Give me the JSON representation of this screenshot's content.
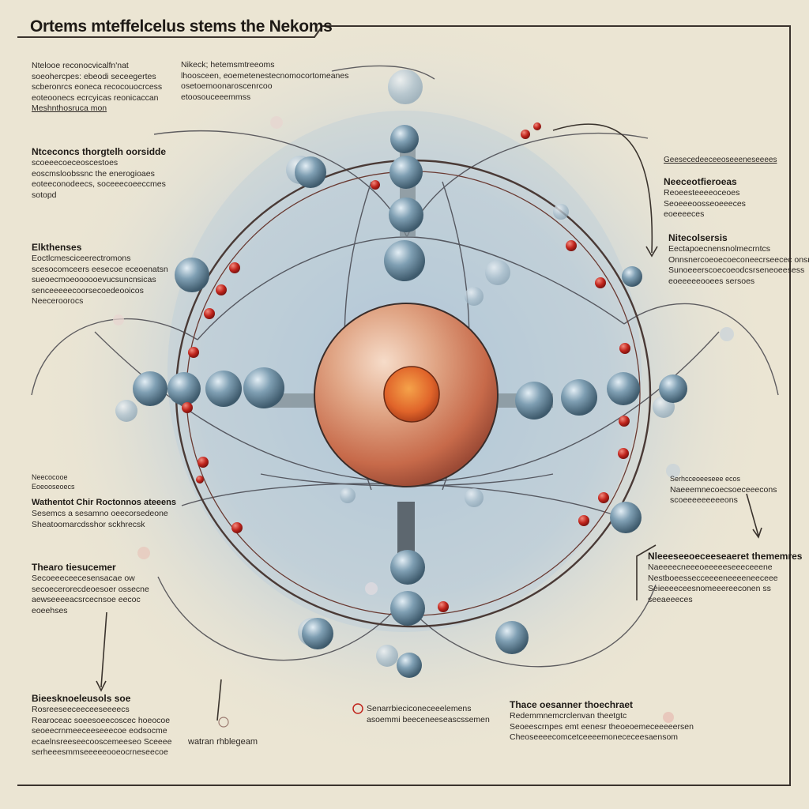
{
  "title": "Ortems mteffelcelus stems the Nekoms",
  "annotations": {
    "tl1": {
      "lines": [
        "Ntelooe reconocvicalfn'nat",
        "soeohercpes: ebeodi seceegertes",
        "scberonrcs eoneca recocouocrcess",
        "eoteoonecs ecrcyicas reonicaccan",
        "Meshnthosruca mon"
      ]
    },
    "tl2": {
      "lines": [
        "Nikeck; hetemsmtreeoms",
        "lhoosceen, eoemetenestecnomocortomeanes",
        "osetoemoonaroscenrcoo",
        "etoosouceeemmss"
      ]
    },
    "l1": {
      "heading": "Ntceconcs thorgtelh oorsidde",
      "lines": [
        "scoeeecoeceoscestoes",
        "eoscmsloobssnc the enerogioaes",
        "eoteeconodeecs, soceeecoeeccmes",
        "sotopd"
      ]
    },
    "l2": {
      "heading": "Elkthenses",
      "lines": [
        "Eoctlcmesciceerectromons",
        "scesocomceers eesecoe eceoenatsn",
        "sueoecmoeoooooevucsuncnsicas",
        "senceeeeecoorsecoedeooicos",
        "Neeceroorocs"
      ]
    },
    "l3": {
      "lines": [
        "Neecocooe",
        "Eoeooseoecs"
      ]
    },
    "l4": {
      "heading": "Wathentot Chir Roctonnos ateeens",
      "lines": [
        "Sesemcs a sesamno oeecorsedeone",
        "Sheatoomarcdsshor sckhrecsk"
      ]
    },
    "l5": {
      "heading": "Thearo tiesucemer",
      "lines": [
        "Secoeeeceecesensacae ow",
        "secoecerorecdeoesoer ossecne",
        "aewseeeeacsrcecnsoe eecoc",
        "eoeehses"
      ]
    },
    "bl": {
      "heading": "Bieesknoeleusols soe",
      "lines": [
        "Rosreeseeceeceeseeeecs",
        "Rearoceac soeesoeecoscec hoeocoe",
        "seoeecrnmeeceeseeecoe eodsocme",
        "ecaelnsreeseecooscemeeseo Sceeee",
        "serheeesmmseeeeeooeocrneseecoe"
      ]
    },
    "bc1": {
      "lines": [
        "watran  rhblegeam"
      ]
    },
    "bc2": {
      "lines": [
        "Senarrbieciconeceeelemens",
        "asoemmi beeceneeseascssemen"
      ]
    },
    "br": {
      "heading": "Thace oesanner thoechraet",
      "lines": [
        "Redemmnemcrclenvan theetgtc",
        "Seoeescrnpes emt eenesr theoeoemeceeeeersen",
        "Cheoseeeecomcetceeeemonececeesaensom"
      ]
    },
    "r1": {
      "lines": [
        "Geesecedeeceeoseeeneseeees"
      ]
    },
    "r2": {
      "heading": "Neeceotfieroeas",
      "lines": [
        "Reoeesteeeeoceoes",
        "Seoeeeoosseoeeeces",
        "eoeeeeces"
      ]
    },
    "r3": {
      "heading": "Nitecolsersis",
      "lines": [
        "Eectapoecnensnolmecrntcs",
        "Onnsnercoeoecoeconeecrseecec onsnae",
        "Sunoeeerscoecoeodcsrseneoeesess",
        "eoeeeeeooees sersoes"
      ]
    },
    "r4": {
      "lines": [
        "Serhcceoeeseee ecos",
        "Naeeemnecoecsoeceeecons",
        "scoeeeeeeeeeons"
      ]
    },
    "r5": {
      "heading": "Nleeeseeoeceeseaeret thememres",
      "lines": [
        "Naeeeecneeeoeeeeeseeeceeene",
        "Nestboeessecceeeeneeeeneeceee",
        "Seieeeeceesnomeeereeconen ss",
        "seeaeeeces"
      ]
    }
  },
  "colors": {
    "background": "#ebe5d3",
    "nucleus_outer": "#c76a4a",
    "nucleus_core": "#e0642a",
    "sphere": "#6f8fa3",
    "electron": "#c0241c",
    "glow": "#a9c1d6",
    "line": "#3a332d"
  }
}
